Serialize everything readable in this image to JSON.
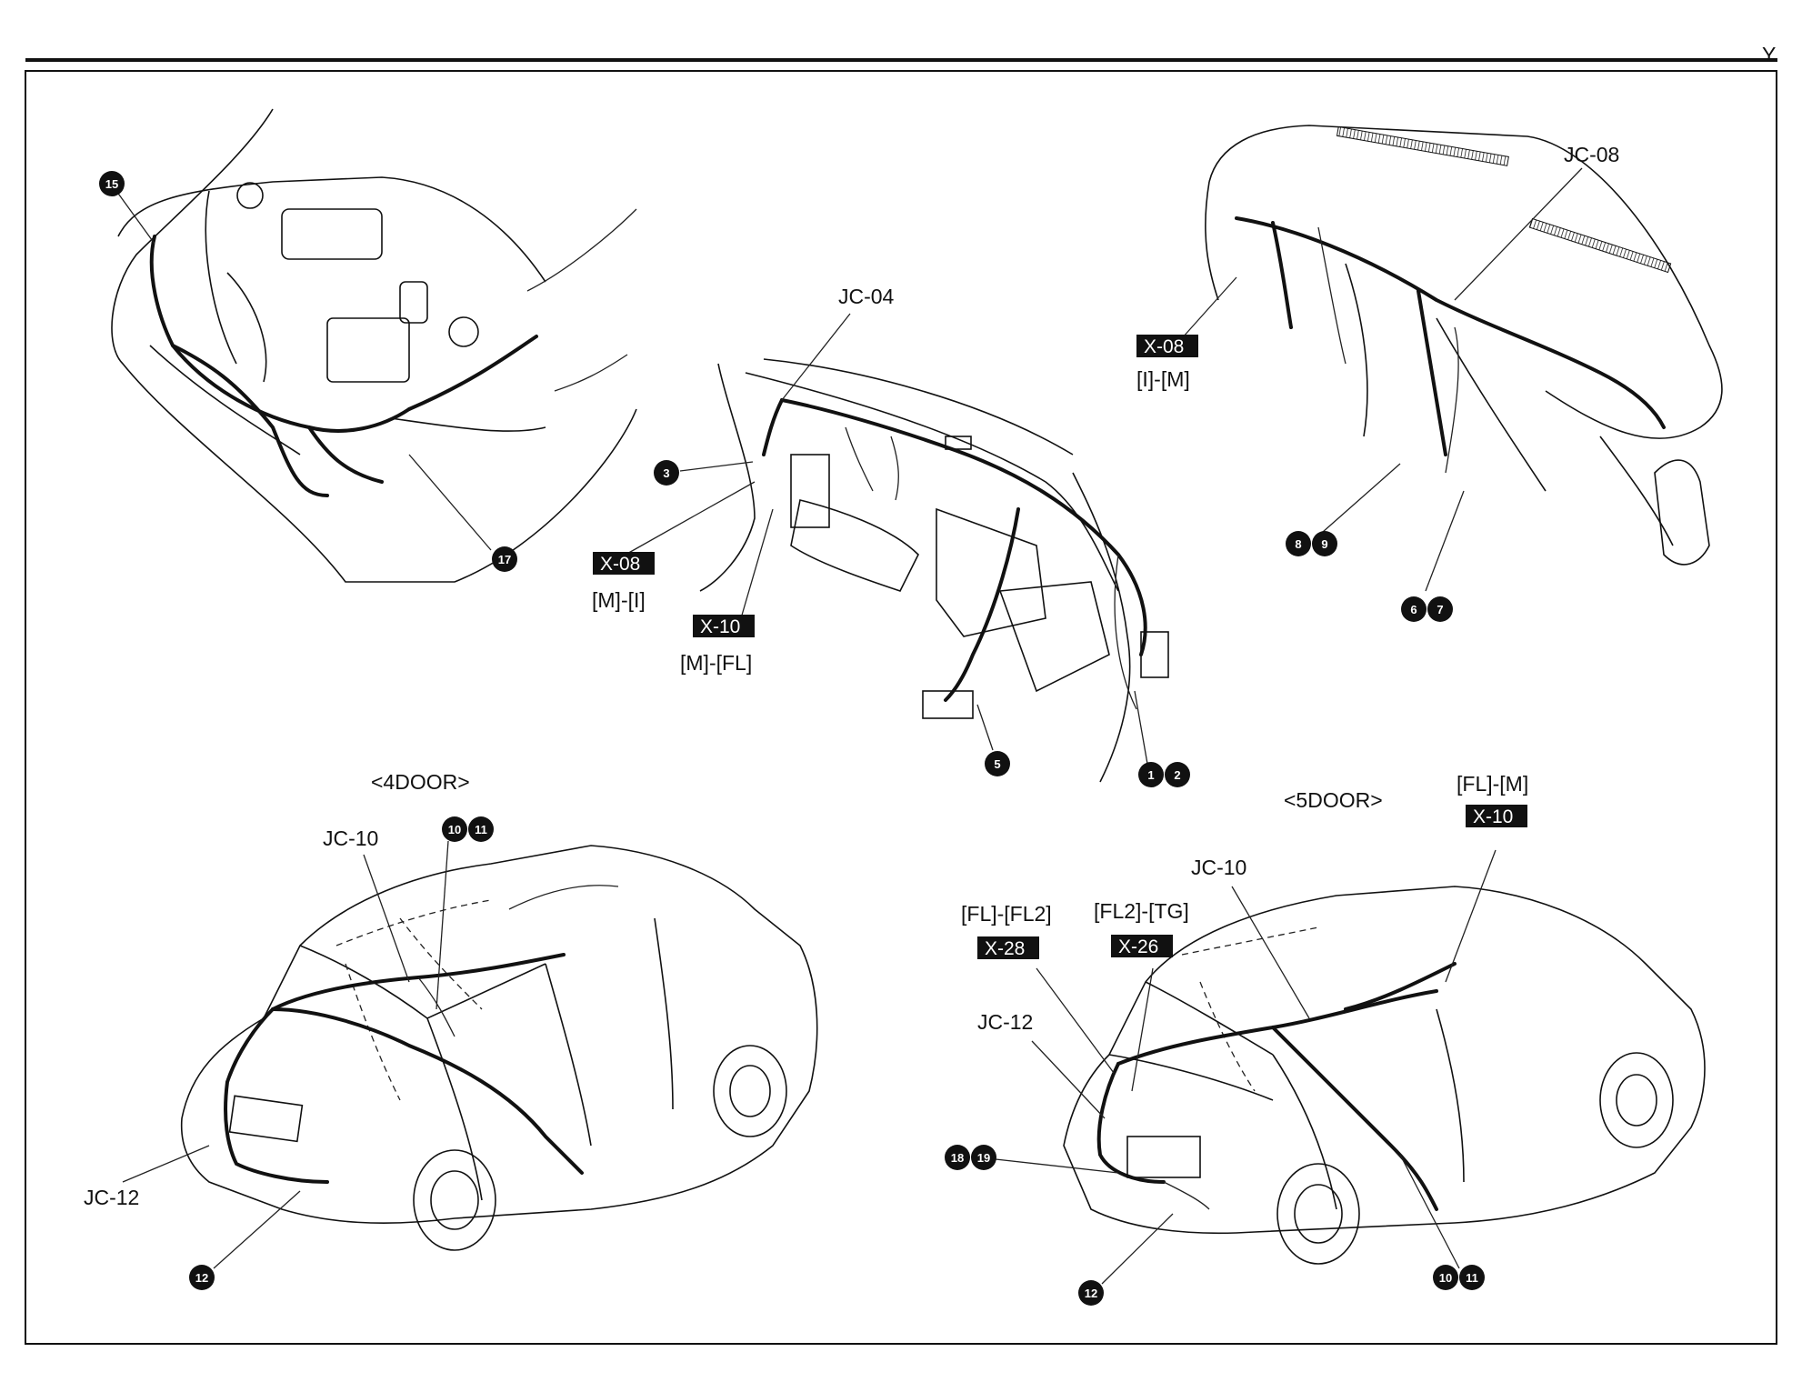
{
  "page": {
    "corner_letter": "Y"
  },
  "labels": {
    "jc04": "JC-04",
    "jc08": "JC-08",
    "jc10_4door": "JC-10",
    "jc12_4door": "JC-12",
    "jc10_5door": "JC-10",
    "jc12_5door": "JC-12",
    "door4": "<4DOOR>",
    "door5": "<5DOOR>",
    "m_i": "[M]-[I]",
    "m_fl": "[M]-[FL]",
    "i_m": "[I]-[M]",
    "fl_m": "[FL]-[M]",
    "fl_fl2": "[FL]-[FL2]",
    "fl2_tg": "[FL2]-[TG]"
  },
  "tags": {
    "x08_left": "X-08",
    "x10_left": "X-10",
    "x08_right": "X-08",
    "x10_right": "X-10",
    "x28": "X-28",
    "x26": "X-26"
  },
  "callouts": {
    "c15": "15",
    "c17": "17",
    "c3": "3",
    "c5": "5",
    "c1": "1",
    "c2": "2",
    "c8": "8",
    "c9": "9",
    "c6": "6",
    "c7": "7",
    "c10a": "10",
    "c11a": "11",
    "c12a": "12",
    "c18": "18",
    "c19": "19",
    "c12b": "12",
    "c10b": "10",
    "c11b": "11"
  }
}
